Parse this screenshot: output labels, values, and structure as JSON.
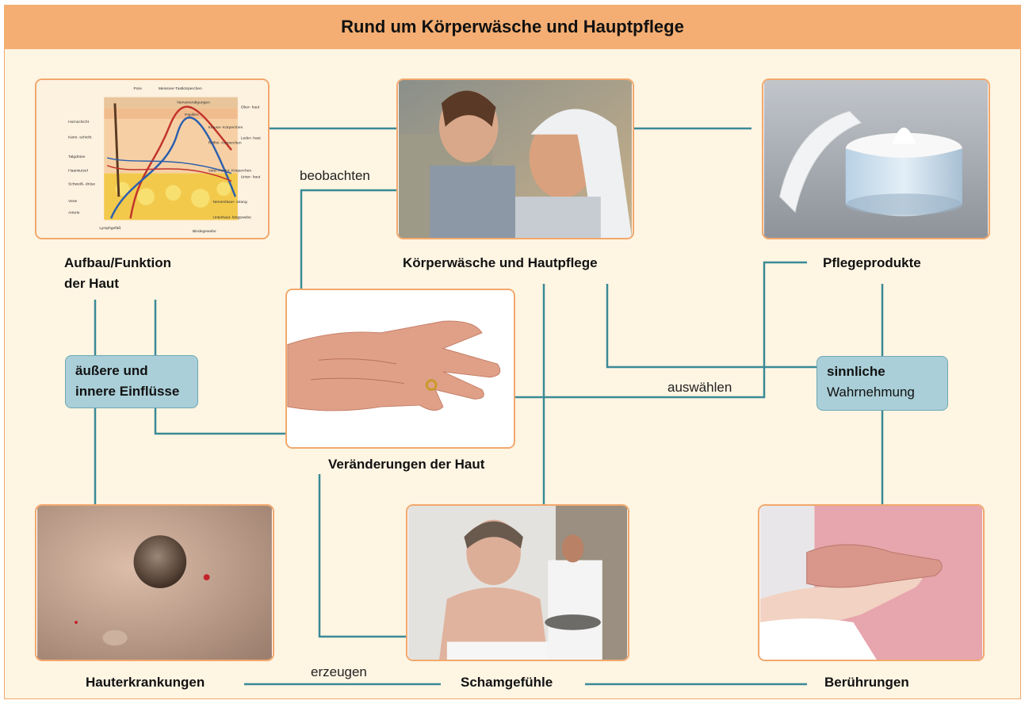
{
  "header": {
    "title": "Rund um Körperwäsche und Hauptpflege"
  },
  "nodes": {
    "skin_structure": "Aufbau/Funktion\nder Haut",
    "care": "Körperwäsche und Hautpflege",
    "products": "Pflegeprodukte",
    "skin_changes": "Veränderungen der Haut",
    "diseases": "Hauterkrankungen",
    "shame": "Schamgefühle",
    "touch": "Berührungen"
  },
  "callouts": {
    "influences": {
      "line1": "äußere und",
      "line2": "innere Einflüsse"
    },
    "perception": {
      "line1": "sinnliche",
      "line2": "Wahrnehmung"
    }
  },
  "edge_labels": {
    "observe": "beobachten",
    "select": "auswählen",
    "produce": "erzeugen"
  },
  "diagram_labels": {
    "skin_left": [
      "Hornschicht",
      "Keim-\nschicht",
      "Talgdrüse",
      "Haarwurzel",
      "Schweiß-\ndrüse",
      "Vene",
      "Arterie",
      "Lymphgefäß"
    ],
    "skin_top": [
      "Pore",
      "Meissner-Tastkörperchen",
      "Nervenendigungen",
      "Papillen"
    ],
    "skin_right": [
      "Krause-\nKörperchen",
      "Ruffini-\nKörperchen",
      "Vater-Pacini-\nKörperchen",
      "Nervenfaser-\nstrang",
      "Unterhaut-\nfettgewebe",
      "Bindegewebe"
    ],
    "skin_layers": [
      "Ober-\nhaut",
      "Leder-\nhaut",
      "Unter-\nhaut"
    ]
  },
  "colors": {
    "line": "#3a8a96",
    "border": "#f2a86c",
    "header": "#f4ae73",
    "background": "#fef5e3",
    "callout": "#aacfd8"
  }
}
